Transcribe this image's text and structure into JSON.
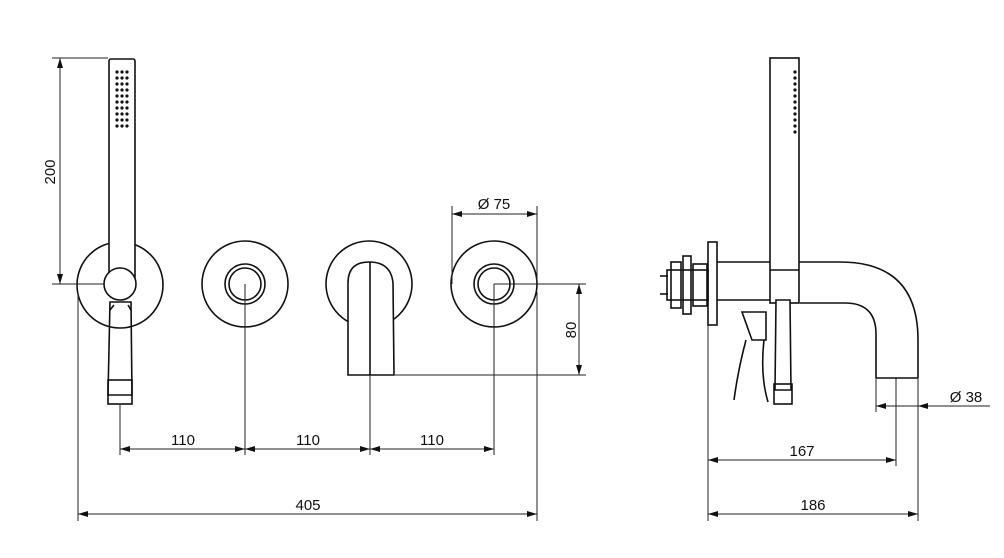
{
  "dimensions": {
    "handshower_height": "200",
    "diameter_rosette": "Ø 75",
    "spacing_1": "110",
    "spacing_2": "110",
    "spacing_3": "110",
    "spout_drop": "80",
    "total_width": "405",
    "spout_projection": "167",
    "total_depth": "186",
    "spout_outlet_diameter": "Ø 38"
  }
}
